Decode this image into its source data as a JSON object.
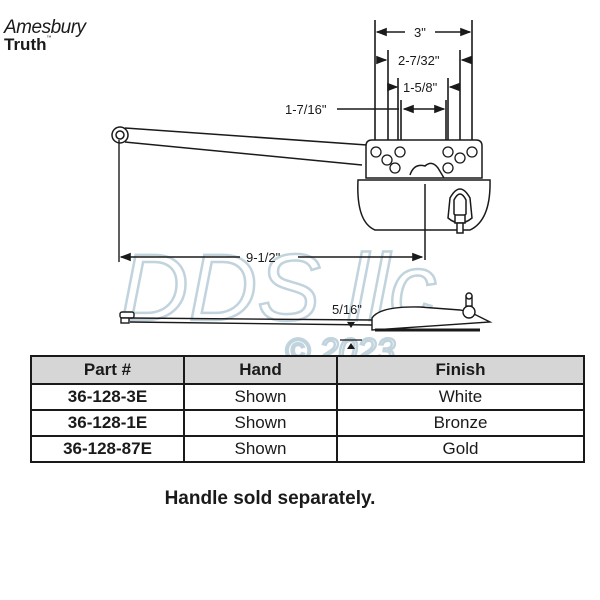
{
  "brand": {
    "line1": "Amesbury",
    "line2": "Truth",
    "trademark": "™"
  },
  "watermark": {
    "text": "DDS llc",
    "copyright": "© 2023",
    "color": "#b7ccd6"
  },
  "dimensions": {
    "overall_width": "3\"",
    "outer_hole_spacing": "2-7/32\"",
    "inner_hole_spacing": "1-5/8\"",
    "center_hole_spacing": "1-7/16\"",
    "arm_length": "9-1/2\"",
    "arm_offset": "5/16\""
  },
  "table": {
    "headers": [
      "Part #",
      "Hand",
      "Finish"
    ],
    "rows": [
      {
        "part": "36-128-3E",
        "hand": "Shown",
        "finish": "White"
      },
      {
        "part": "36-128-1E",
        "hand": "Shown",
        "finish": "Bronze"
      },
      {
        "part": "36-128-87E",
        "hand": "Shown",
        "finish": "Gold"
      }
    ],
    "header_bg": "#d6d6d6"
  },
  "note": "Handle sold separately."
}
